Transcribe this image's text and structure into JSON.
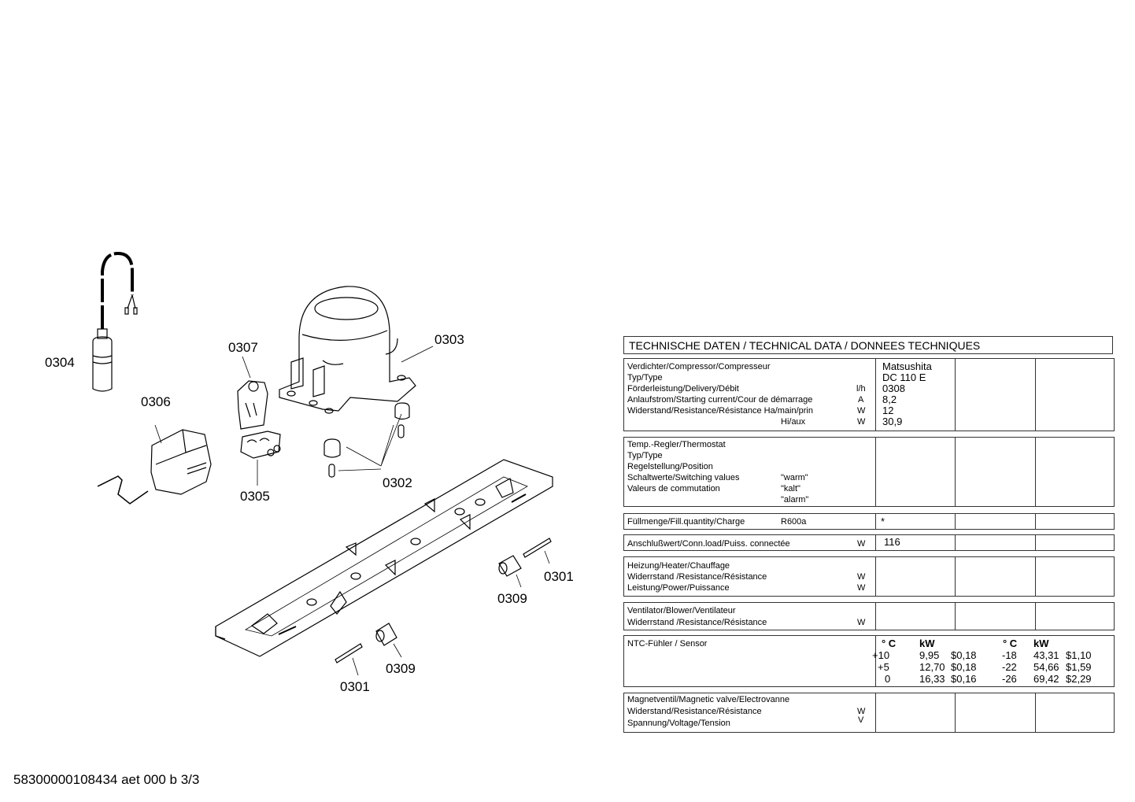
{
  "callouts": {
    "c0304": "0304",
    "c0306": "0306",
    "c0307": "0307",
    "c0303": "0303",
    "c0305": "0305",
    "c0302": "0302",
    "c0301a": "0301",
    "c0309a": "0309",
    "c0309b": "0309",
    "c0301b": "0301"
  },
  "table": {
    "title": "TECHNISCHE DATEN / TECHNICAL DATA / DONNEES TECHNIQUES",
    "compressor": {
      "rows": [
        {
          "label": "Verdichter/Compressor/Compresseur",
          "unit": "",
          "value": "Matsushita"
        },
        {
          "label": "Typ/Type",
          "unit": "",
          "value": "DC 110 E"
        },
        {
          "label": "Förderleistung/Delivery/Débit",
          "unit": "l/h",
          "value": "0308"
        },
        {
          "label": "Anlaufstrom/Starting current/Cour de démarrage",
          "unit": "A",
          "value": "8,2"
        },
        {
          "label": "Widerstand/Resistance/Résistance Ha/main/prin",
          "unit": "W",
          "value": "12"
        },
        {
          "label": "Hi/aux",
          "unit": "W",
          "value": "30,9"
        }
      ]
    },
    "thermostat": {
      "rows": [
        {
          "label": "Temp.-Regler/Thermostat",
          "extra": ""
        },
        {
          "label": "Typ/Type",
          "extra": ""
        },
        {
          "label": "Regelstellung/Position",
          "extra": ""
        },
        {
          "label": "Schaltwerte/Switching values",
          "extra": "\"warm\""
        },
        {
          "label": "Valeurs de commutation",
          "extra": "\"kalt\""
        },
        {
          "label": "",
          "extra": "\"alarm\""
        }
      ]
    },
    "fill": {
      "label": "Füllmenge/Fill.quantity/Charge",
      "extra": "R600a",
      "value": "*"
    },
    "connload": {
      "label": "Anschlußwert/Conn.load/Puiss. connectée",
      "unit": "W",
      "value": "116"
    },
    "heater": {
      "rows": [
        {
          "label": "Heizung/Heater/Chauffage",
          "unit": ""
        },
        {
          "label": "Widerrstand /Resistance/Résistance",
          "unit": "W"
        },
        {
          "label": "Leistung/Power/Puissance",
          "unit": "W"
        }
      ]
    },
    "blower": {
      "rows": [
        {
          "label": "Ventilator/Blower/Ventilateur",
          "unit": ""
        },
        {
          "label": "Widerrstand /Resistance/Résistance",
          "unit": "W"
        }
      ]
    },
    "ntc": {
      "label": "NTC-Fühler / Sensor",
      "head_c": "° C",
      "head_kw": "kW",
      "left": [
        {
          "t": "+10",
          "kw": "9,95",
          "cost": "$0,18"
        },
        {
          "t": "+5",
          "kw": "12,70",
          "cost": "$0,18"
        },
        {
          "t": "0",
          "kw": "16,33",
          "cost": "$0,16"
        }
      ],
      "right": [
        {
          "t": "-18",
          "kw": "43,31",
          "cost": "$1,10"
        },
        {
          "t": "-22",
          "kw": "54,66",
          "cost": "$1,59"
        },
        {
          "t": "-26",
          "kw": "69,42",
          "cost": "$2,29"
        }
      ]
    },
    "valve": {
      "rows": [
        {
          "label": "Magnetventil/Magnetic valve/Electrovanne",
          "unit": ""
        },
        {
          "label": "Widerstand/Resistance/Résistance",
          "unit": "W"
        },
        {
          "label": "Spannung/Voltage/Tension",
          "unit": "V"
        }
      ]
    }
  },
  "footer": {
    "doc_id": "58300000108434 aet 000 b 3/3"
  }
}
